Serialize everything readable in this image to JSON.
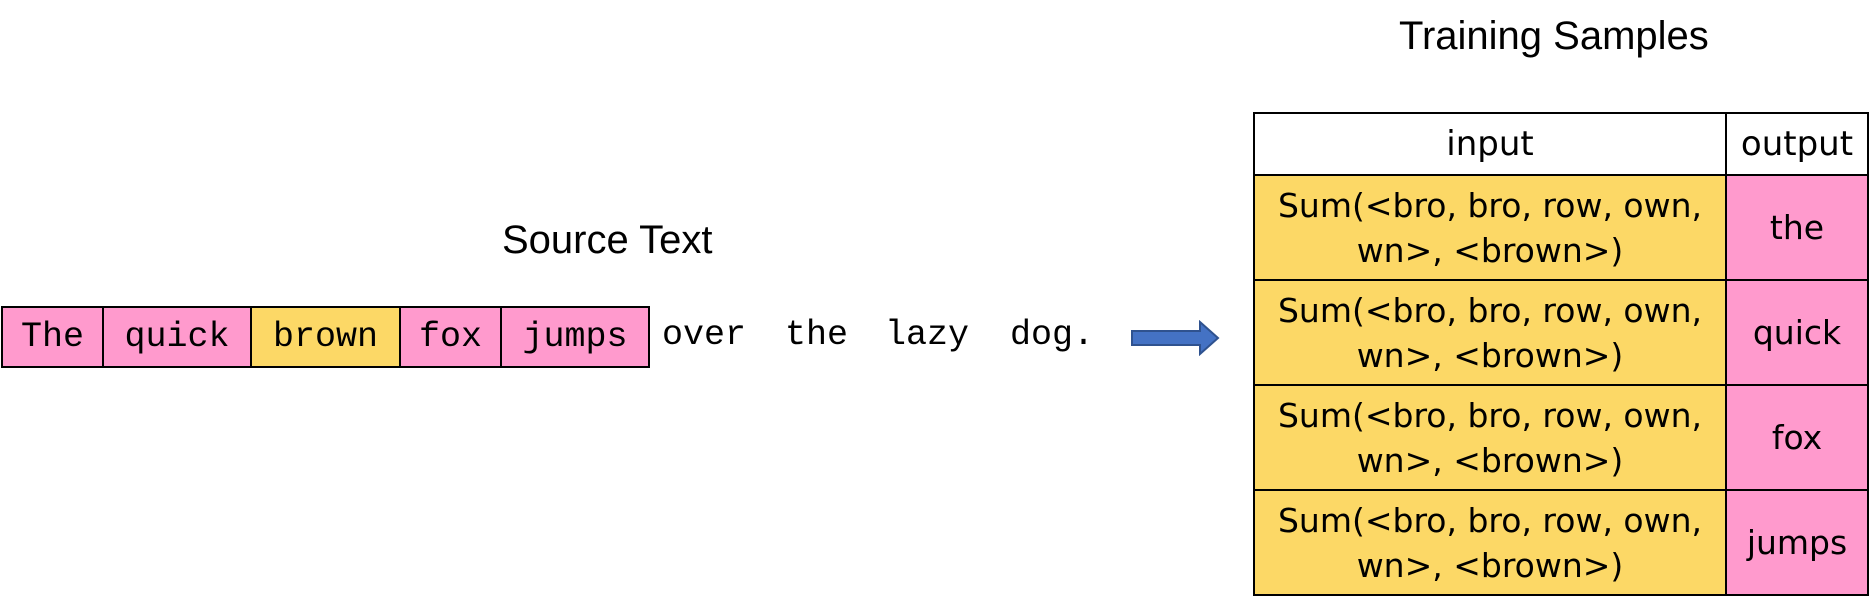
{
  "source": {
    "title": "Source Text",
    "boxed_tokens": [
      {
        "text": "The",
        "highlight": "context"
      },
      {
        "text": "quick",
        "highlight": "context"
      },
      {
        "text": "brown",
        "highlight": "target"
      },
      {
        "text": "fox",
        "highlight": "context"
      },
      {
        "text": "jumps",
        "highlight": "context"
      }
    ],
    "plain_tokens": [
      "over",
      "the",
      "lazy",
      "dog."
    ]
  },
  "samples": {
    "title": "Training Samples",
    "headers": {
      "input": "input",
      "output": "output"
    },
    "rows": [
      {
        "input_line1": "Sum(<bro, bro, row, own,",
        "input_line2": "wn>, <brown>)",
        "output": "the"
      },
      {
        "input_line1": "Sum(<bro, bro, row, own,",
        "input_line2": "wn>, <brown>)",
        "output": "quick"
      },
      {
        "input_line1": "Sum(<bro, bro, row, own,",
        "input_line2": "wn>, <brown>)",
        "output": "fox"
      },
      {
        "input_line1": "Sum(<bro, bro, row, own,",
        "input_line2": "wn>, <brown>)",
        "output": "jumps"
      }
    ]
  },
  "colors": {
    "context": "#FF9ACD",
    "target": "#FCD866",
    "arrow_fill": "#4472C4",
    "arrow_stroke": "#2F528F"
  },
  "icons": {
    "arrow": "right-arrow-icon"
  }
}
